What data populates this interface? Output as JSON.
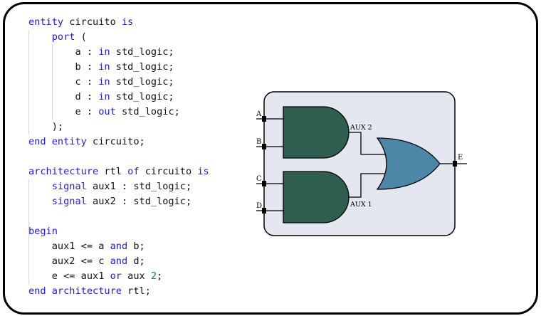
{
  "code": {
    "lines": [
      [
        {
          "t": "entity",
          "k": "kw"
        },
        {
          "t": " circuito ",
          "k": "id"
        },
        {
          "t": "is",
          "k": "kw"
        }
      ],
      [
        {
          "t": "    ",
          "k": "id"
        },
        {
          "t": "port",
          "k": "kw"
        },
        {
          "t": " (",
          "k": "id"
        }
      ],
      [
        {
          "t": "        a : ",
          "k": "id"
        },
        {
          "t": "in",
          "k": "kw"
        },
        {
          "t": " std_logic;",
          "k": "id"
        }
      ],
      [
        {
          "t": "        b : ",
          "k": "id"
        },
        {
          "t": "in",
          "k": "kw"
        },
        {
          "t": " std_logic;",
          "k": "id"
        }
      ],
      [
        {
          "t": "        c : ",
          "k": "id"
        },
        {
          "t": "in",
          "k": "kw"
        },
        {
          "t": " std_logic;",
          "k": "id"
        }
      ],
      [
        {
          "t": "        d : ",
          "k": "id"
        },
        {
          "t": "in",
          "k": "kw"
        },
        {
          "t": " std_logic;",
          "k": "id"
        }
      ],
      [
        {
          "t": "        e : ",
          "k": "id"
        },
        {
          "t": "out",
          "k": "kw"
        },
        {
          "t": " std_logic;",
          "k": "id"
        }
      ],
      [
        {
          "t": "    );",
          "k": "id"
        }
      ],
      [
        {
          "t": "end",
          "k": "kw"
        },
        {
          "t": " ",
          "k": "id"
        },
        {
          "t": "entity",
          "k": "kw"
        },
        {
          "t": " circuito;",
          "k": "id"
        }
      ],
      [],
      [
        {
          "t": "architecture",
          "k": "kw"
        },
        {
          "t": " rtl ",
          "k": "id"
        },
        {
          "t": "of",
          "k": "kw"
        },
        {
          "t": " circuito ",
          "k": "id"
        },
        {
          "t": "is",
          "k": "kw"
        }
      ],
      [
        {
          "t": "    ",
          "k": "id"
        },
        {
          "t": "signal",
          "k": "kw"
        },
        {
          "t": " aux1 : std_logic;",
          "k": "id"
        }
      ],
      [
        {
          "t": "    ",
          "k": "id"
        },
        {
          "t": "signal",
          "k": "kw"
        },
        {
          "t": " aux2 : std_logic;",
          "k": "id"
        }
      ],
      [],
      [
        {
          "t": "begin",
          "k": "kw"
        }
      ],
      [
        {
          "t": "    aux1 <= a ",
          "k": "id"
        },
        {
          "t": "and",
          "k": "kw"
        },
        {
          "t": " b;",
          "k": "id"
        }
      ],
      [
        {
          "t": "    aux2 <= c ",
          "k": "id"
        },
        {
          "t": "and",
          "k": "kw"
        },
        {
          "t": " d;",
          "k": "id"
        }
      ],
      [
        {
          "t": "    e <= aux1 ",
          "k": "id"
        },
        {
          "t": "or",
          "k": "kw"
        },
        {
          "t": " aux ",
          "k": "id"
        },
        {
          "t": "2",
          "k": "num"
        },
        {
          "t": ";",
          "k": "id"
        }
      ],
      [
        {
          "t": "end",
          "k": "kw"
        },
        {
          "t": " ",
          "k": "id"
        },
        {
          "t": "architecture",
          "k": "kw"
        },
        {
          "t": " rtl;",
          "k": "id"
        }
      ]
    ]
  },
  "diagram": {
    "labels": {
      "a": "A",
      "b": "B",
      "c": "C",
      "d": "D",
      "e": "E",
      "aux2": "AUX 2",
      "aux1": "AUX 1"
    },
    "colors": {
      "and_gate": "#2f5d50",
      "or_gate": "#4c87a8",
      "box_fill": "#e4e6f0",
      "keyword": "#1f1fcf",
      "number": "#098658"
    }
  }
}
